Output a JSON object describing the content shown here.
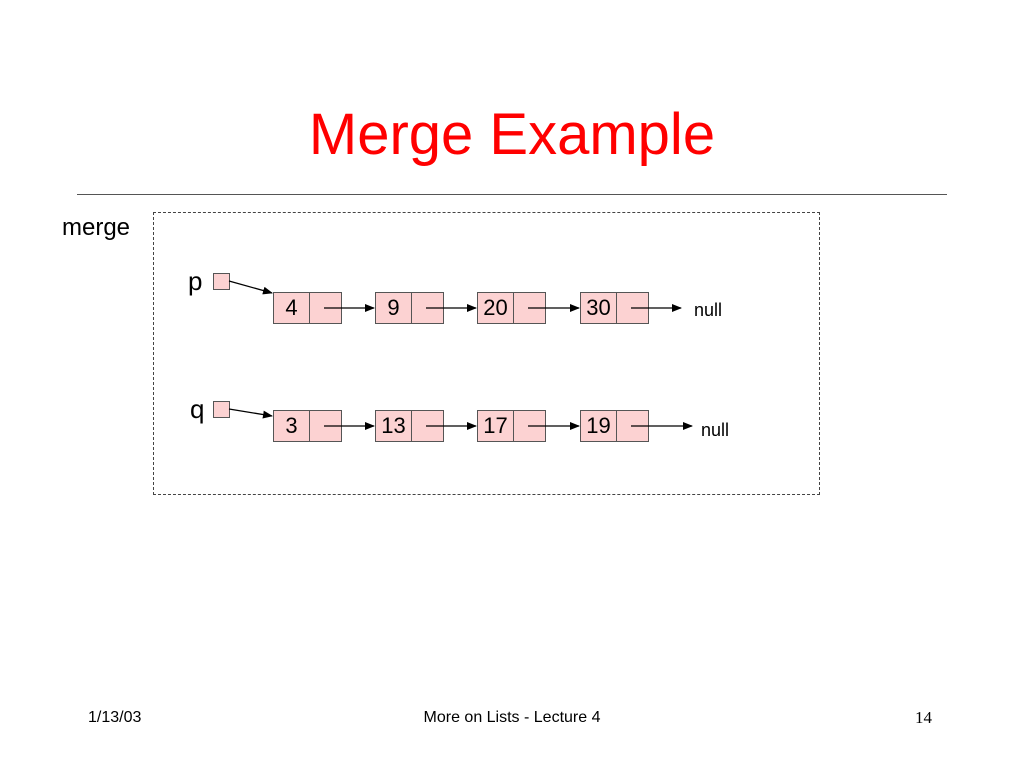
{
  "slide": {
    "title": "Merge Example",
    "frame_label": "merge",
    "footer": {
      "date": "1/13/03",
      "center": "More on Lists - Lecture 4",
      "page": "14"
    }
  },
  "lists": {
    "p": {
      "label": "p",
      "nodes": [
        "4",
        "9",
        "20",
        "30"
      ],
      "terminator": "null"
    },
    "q": {
      "label": "q",
      "nodes": [
        "3",
        "13",
        "17",
        "19"
      ],
      "terminator": "null"
    }
  },
  "colors": {
    "title": "#ff0000",
    "node_fill": "#fcd2d2",
    "border": "#555555"
  }
}
